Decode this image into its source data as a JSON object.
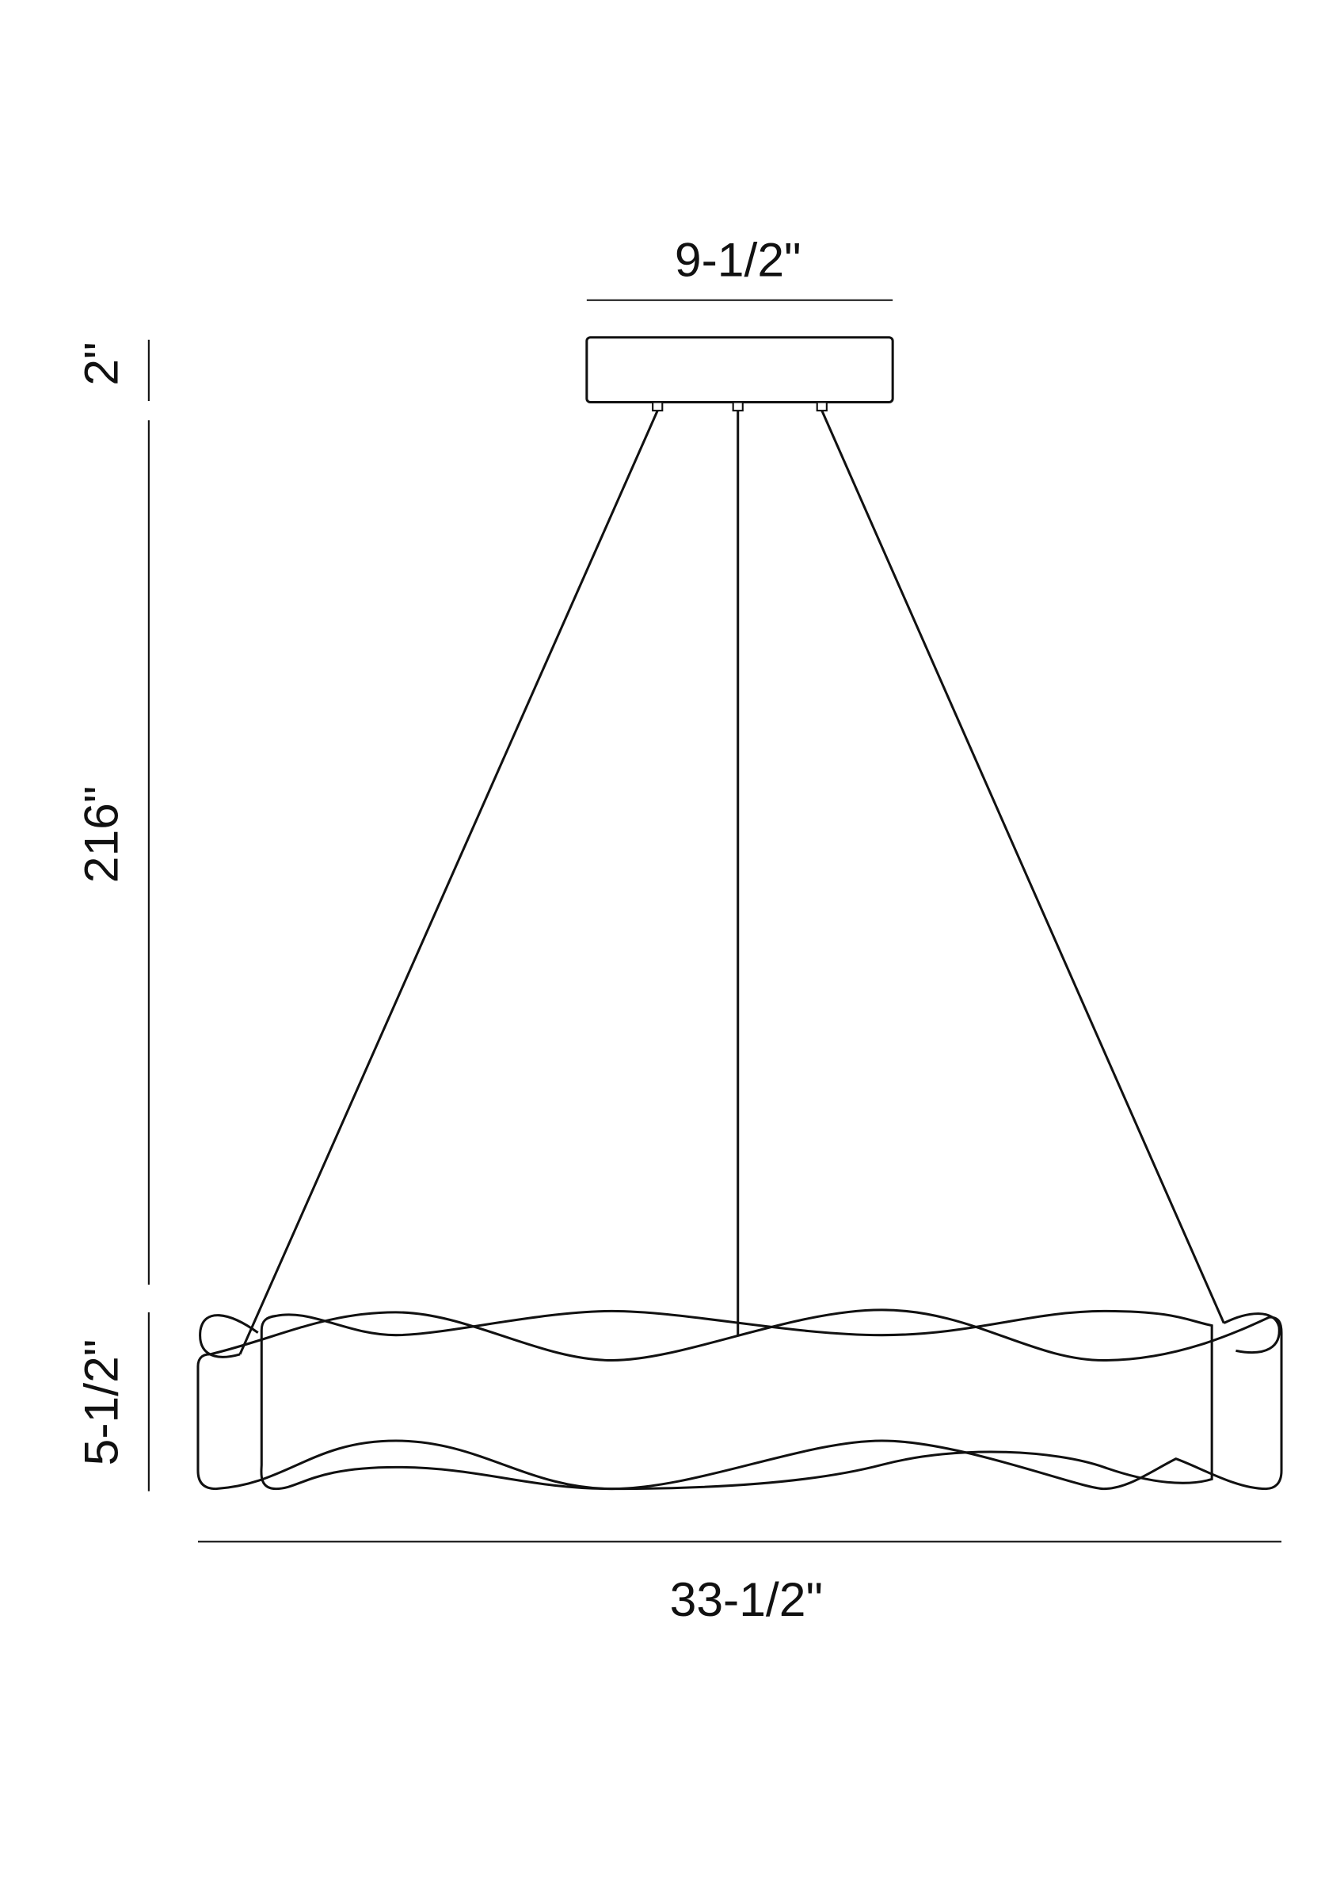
{
  "dimensions": {
    "canopy_width": "9-1/2\"",
    "canopy_height": "2\"",
    "cable_length": "216\"",
    "fixture_height": "5-1/2\"",
    "fixture_width": "33-1/2\""
  },
  "colors": {
    "line": "#111111",
    "background": "#ffffff"
  }
}
